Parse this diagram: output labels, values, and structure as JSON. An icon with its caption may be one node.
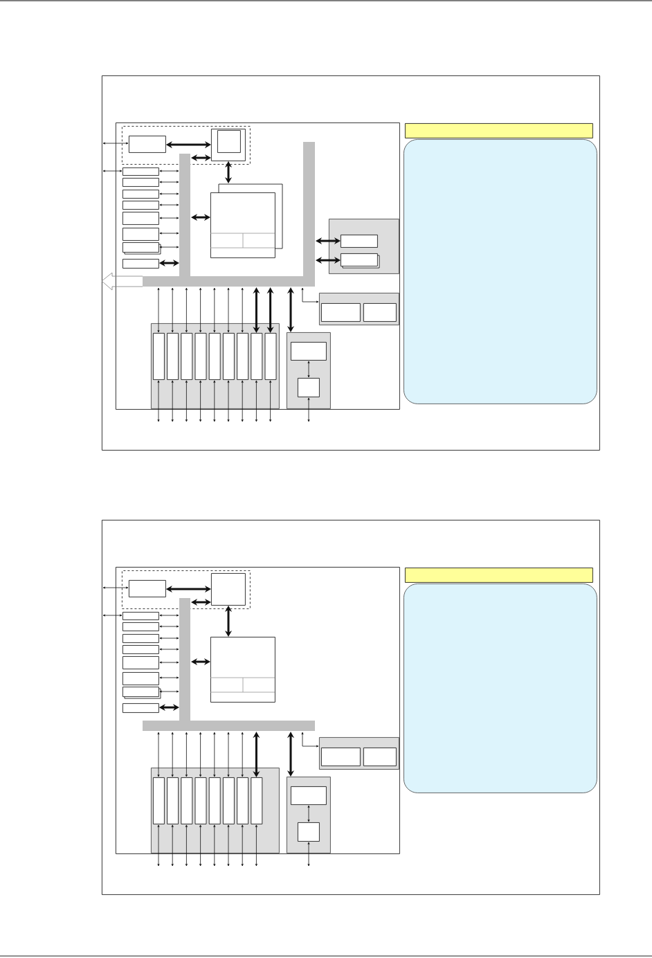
{
  "diagram": {
    "nodes": [
      {
        "text": [],
        "shape": "box"
      },
      {
        "text": [],
        "shape": "box",
        "in": 0
      },
      {
        "text": [],
        "shape": "box",
        "in": 1
      },
      {
        "text": [],
        "shape": "box",
        "in": 2
      },
      {
        "text": [],
        "shape": "box",
        "in": 2
      },
      {
        "text": [],
        "shape": "box",
        "in": 4
      },
      {
        "text": [],
        "shape": "box",
        "in": 1
      },
      {
        "text": [],
        "shape": "box",
        "in": 1
      },
      {
        "text": [],
        "shape": "box",
        "in": 1
      },
      {
        "text": [],
        "shape": "box",
        "in": 1
      },
      {
        "text": [],
        "shape": "box",
        "in": 1
      },
      {
        "text": [],
        "shape": "box",
        "in": 1
      },
      {
        "text": [],
        "shape": "box",
        "in": 1
      },
      {
        "text": [],
        "shape": "box",
        "in": 1
      },
      {
        "text": [],
        "shape": "bar",
        "in": 1
      },
      {
        "text": [],
        "shape": "box",
        "in": 1
      },
      {
        "text": [],
        "shape": "box",
        "in": 1
      },
      {
        "text": [],
        "shape": "box",
        "in": 16
      },
      {
        "text": [],
        "shape": "box",
        "in": 16
      },
      {
        "text": [],
        "shape": "box",
        "in": 1
      },
      {
        "text": [],
        "shape": "box",
        "in": 19
      },
      {
        "text": [],
        "shape": "box",
        "in": 19
      },
      {
        "text": [],
        "shape": "box",
        "in": 1
      },
      {
        "text": [],
        "shape": "box",
        "in": 22
      },
      {
        "text": [],
        "shape": "box",
        "in": 22
      },
      {
        "text": [],
        "shape": "box",
        "in": 22
      },
      {
        "text": [],
        "shape": "box",
        "in": 22
      },
      {
        "text": [],
        "shape": "box",
        "in": 22
      },
      {
        "text": [],
        "shape": "box",
        "in": 22
      },
      {
        "text": [],
        "shape": "box",
        "in": 22
      },
      {
        "text": [],
        "shape": "box",
        "in": 22
      },
      {
        "text": [],
        "shape": "box",
        "in": 22
      },
      {
        "text": [],
        "shape": "box",
        "in": 1
      },
      {
        "text": [],
        "shape": "box",
        "in": 32
      },
      {
        "text": [],
        "shape": "box",
        "in": 32
      },
      {
        "text": [],
        "shape": "box",
        "in": 0
      },
      {
        "text": [],
        "shape": "box",
        "in": 0
      },
      {
        "text": [],
        "shape": "box"
      },
      {
        "text": [],
        "shape": "box",
        "in": 37
      },
      {
        "text": [],
        "shape": "box",
        "in": 38
      },
      {
        "text": [],
        "shape": "box",
        "in": 39
      },
      {
        "text": [],
        "shape": "box",
        "in": 39
      },
      {
        "text": [],
        "shape": "box",
        "in": 38
      },
      {
        "text": [],
        "shape": "box",
        "in": 38
      },
      {
        "text": [],
        "shape": "box",
        "in": 38
      },
      {
        "text": [],
        "shape": "box",
        "in": 38
      },
      {
        "text": [],
        "shape": "box",
        "in": 38
      },
      {
        "text": [],
        "shape": "box",
        "in": 38
      },
      {
        "text": [],
        "shape": "box",
        "in": 38
      },
      {
        "text": [],
        "shape": "box",
        "in": 38
      },
      {
        "text": [],
        "shape": "bar",
        "in": 38
      },
      {
        "text": [],
        "shape": "box",
        "in": 38
      },
      {
        "text": [],
        "shape": "box",
        "in": 38
      },
      {
        "text": [],
        "shape": "box",
        "in": 52
      },
      {
        "text": [],
        "shape": "box",
        "in": 52
      },
      {
        "text": [],
        "shape": "box",
        "in": 38
      },
      {
        "text": [],
        "shape": "box",
        "in": 55
      },
      {
        "text": [],
        "shape": "box",
        "in": 55
      },
      {
        "text": [],
        "shape": "box",
        "in": 55
      },
      {
        "text": [],
        "shape": "box",
        "in": 55
      },
      {
        "text": [],
        "shape": "box",
        "in": 55
      },
      {
        "text": [],
        "shape": "box",
        "in": 55
      },
      {
        "text": [],
        "shape": "box",
        "in": 55
      },
      {
        "text": [],
        "shape": "box",
        "in": 55
      },
      {
        "text": [],
        "shape": "box",
        "in": 38
      },
      {
        "text": [],
        "shape": "box",
        "in": 64
      },
      {
        "text": [],
        "shape": "box",
        "in": 64
      },
      {
        "text": [],
        "shape": "box",
        "in": 37
      },
      {
        "text": [],
        "shape": "box",
        "in": 37
      }
    ],
    "edges": [
      {
        "from": 3,
        "to": null,
        "arrow": "both"
      },
      {
        "from": 3,
        "to": 4,
        "arrow": "both",
        "style": "thick"
      },
      {
        "from": 14,
        "to": 4,
        "arrow": "both",
        "style": "thick"
      },
      {
        "from": 4,
        "to": 15,
        "arrow": "both",
        "style": "thick"
      },
      {
        "from": 6,
        "to": null,
        "arrow": "both"
      },
      {
        "from": 6,
        "to": 14,
        "arrow": "both"
      },
      {
        "from": 7,
        "to": 14,
        "arrow": "both"
      },
      {
        "from": 8,
        "to": 14,
        "arrow": "both"
      },
      {
        "from": 9,
        "to": 14,
        "arrow": "both"
      },
      {
        "from": 10,
        "to": 14,
        "arrow": "both"
      },
      {
        "from": 11,
        "to": 14,
        "arrow": "both"
      },
      {
        "from": 12,
        "to": 14,
        "arrow": "both"
      },
      {
        "from": 13,
        "to": 14,
        "arrow": "both",
        "style": "thick"
      },
      {
        "from": 14,
        "to": 15,
        "arrow": "both",
        "style": "thick"
      },
      {
        "from": 14,
        "to": 17,
        "arrow": "both",
        "style": "thick"
      },
      {
        "from": 14,
        "to": 18,
        "arrow": "both",
        "style": "thick"
      },
      {
        "from": 14,
        "to": 19,
        "arrow": "both"
      },
      {
        "from": 14,
        "to": 23,
        "arrow": "both"
      },
      {
        "from": 14,
        "to": 24,
        "arrow": "both"
      },
      {
        "from": 14,
        "to": 25,
        "arrow": "both"
      },
      {
        "from": 14,
        "to": 26,
        "arrow": "both"
      },
      {
        "from": 14,
        "to": 27,
        "arrow": "both"
      },
      {
        "from": 14,
        "to": 28,
        "arrow": "both"
      },
      {
        "from": 14,
        "to": 29,
        "arrow": "both"
      },
      {
        "from": 14,
        "to": 30,
        "arrow": "both",
        "style": "thick"
      },
      {
        "from": 14,
        "to": 31,
        "arrow": "both",
        "style": "thick"
      },
      {
        "from": 14,
        "to": 32,
        "arrow": "both",
        "style": "thick"
      },
      {
        "from": 23,
        "to": null,
        "arrow": "both"
      },
      {
        "from": 24,
        "to": null,
        "arrow": "both"
      },
      {
        "from": 25,
        "to": null,
        "arrow": "both"
      },
      {
        "from": 26,
        "to": null,
        "arrow": "both"
      },
      {
        "from": 27,
        "to": null,
        "arrow": "both"
      },
      {
        "from": 28,
        "to": null,
        "arrow": "both"
      },
      {
        "from": 29,
        "to": null,
        "arrow": "both"
      },
      {
        "from": 30,
        "to": null,
        "arrow": "both"
      },
      {
        "from": 31,
        "to": null,
        "arrow": "both"
      },
      {
        "from": 33,
        "to": 34,
        "arrow": "both"
      },
      {
        "from": 34,
        "to": null,
        "arrow": "both"
      },
      {
        "from": 40,
        "to": null,
        "arrow": "both"
      },
      {
        "from": 40,
        "to": 41,
        "arrow": "both",
        "style": "thick"
      },
      {
        "from": 50,
        "to": 41,
        "arrow": "both",
        "style": "thick"
      },
      {
        "from": 41,
        "to": 51,
        "arrow": "both",
        "style": "thick"
      },
      {
        "from": 42,
        "to": null,
        "arrow": "both"
      },
      {
        "from": 42,
        "to": 50,
        "arrow": "both"
      },
      {
        "from": 43,
        "to": 50,
        "arrow": "both"
      },
      {
        "from": 44,
        "to": 50,
        "arrow": "both"
      },
      {
        "from": 45,
        "to": 50,
        "arrow": "both"
      },
      {
        "from": 46,
        "to": 50,
        "arrow": "both"
      },
      {
        "from": 47,
        "to": 50,
        "arrow": "both"
      },
      {
        "from": 48,
        "to": 50,
        "arrow": "both"
      },
      {
        "from": 49,
        "to": 50,
        "arrow": "both",
        "style": "thick"
      },
      {
        "from": 50,
        "to": 51,
        "arrow": "both",
        "style": "thick"
      },
      {
        "from": 50,
        "to": 52,
        "arrow": "both"
      },
      {
        "from": 50,
        "to": 56,
        "arrow": "both"
      },
      {
        "from": 50,
        "to": 57,
        "arrow": "both"
      },
      {
        "from": 50,
        "to": 58,
        "arrow": "both"
      },
      {
        "from": 50,
        "to": 59,
        "arrow": "both"
      },
      {
        "from": 50,
        "to": 60,
        "arrow": "both"
      },
      {
        "from": 50,
        "to": 61,
        "arrow": "both"
      },
      {
        "from": 50,
        "to": 62,
        "arrow": "both"
      },
      {
        "from": 50,
        "to": 63,
        "arrow": "both",
        "style": "thick"
      },
      {
        "from": 50,
        "to": 64,
        "arrow": "both",
        "style": "thick"
      },
      {
        "from": 56,
        "to": null,
        "arrow": "both"
      },
      {
        "from": 57,
        "to": null,
        "arrow": "both"
      },
      {
        "from": 58,
        "to": null,
        "arrow": "both"
      },
      {
        "from": 59,
        "to": null,
        "arrow": "both"
      },
      {
        "from": 60,
        "to": null,
        "arrow": "both"
      },
      {
        "from": 61,
        "to": null,
        "arrow": "both"
      },
      {
        "from": 62,
        "to": null,
        "arrow": "both"
      },
      {
        "from": 63,
        "to": null,
        "arrow": "both"
      },
      {
        "from": 65,
        "to": 66,
        "arrow": "both"
      },
      {
        "from": 66,
        "to": null,
        "arrow": "both"
      }
    ]
  }
}
